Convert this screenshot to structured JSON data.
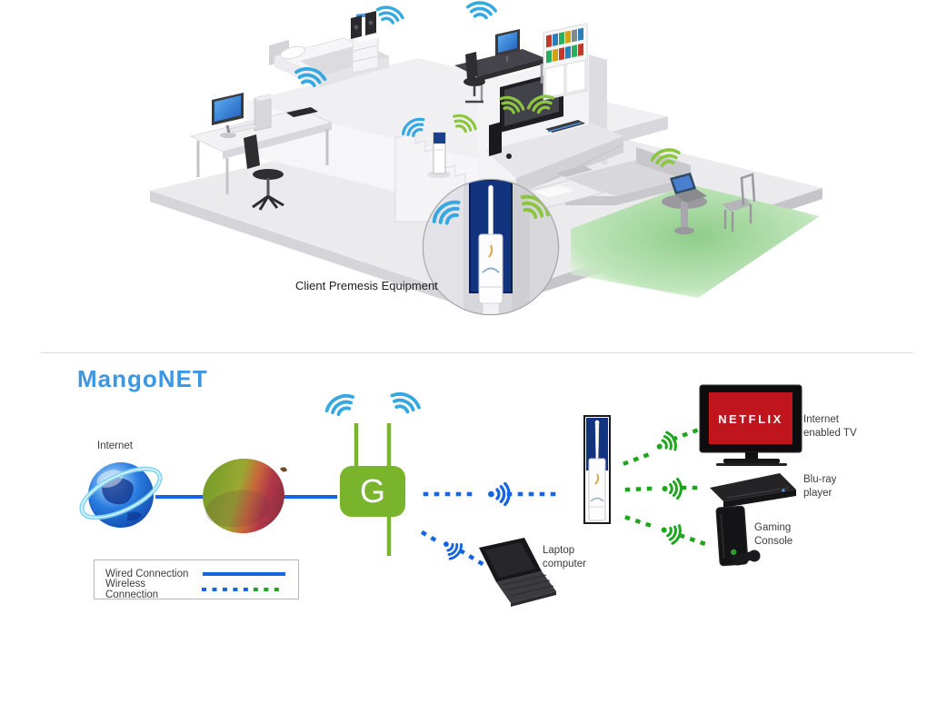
{
  "house": {
    "callout_label": "Client Premesis Equipment"
  },
  "network": {
    "logo": "MangoNET",
    "internet_label": "Internet",
    "router_letter": "G",
    "tv_screen_brand": "NETFLIX",
    "labels": {
      "internet_tv": "Internet\nenabled TV",
      "bluray_player": "Blu-ray\nplayer",
      "gaming_console": "Gaming\nConsole",
      "laptop_computer": "Laptop\ncomputer"
    }
  },
  "legend": {
    "wired_label": "Wired Connection",
    "wireless_label": "Wireless Connection"
  },
  "colors": {
    "logo_blue": "#3b97e3",
    "wired_blue": "#1565e0",
    "wireless_blue": "#1565e0",
    "wireless_green": "#1ea51e",
    "router_green": "#7ab42c",
    "wifi_arc_blue": "#35a8e0",
    "wifi_arc_green": "#8cc63f",
    "netflix_red": "#c0151c",
    "cpe_window_blue": "#12337e",
    "lawn_green": "#98d292"
  }
}
